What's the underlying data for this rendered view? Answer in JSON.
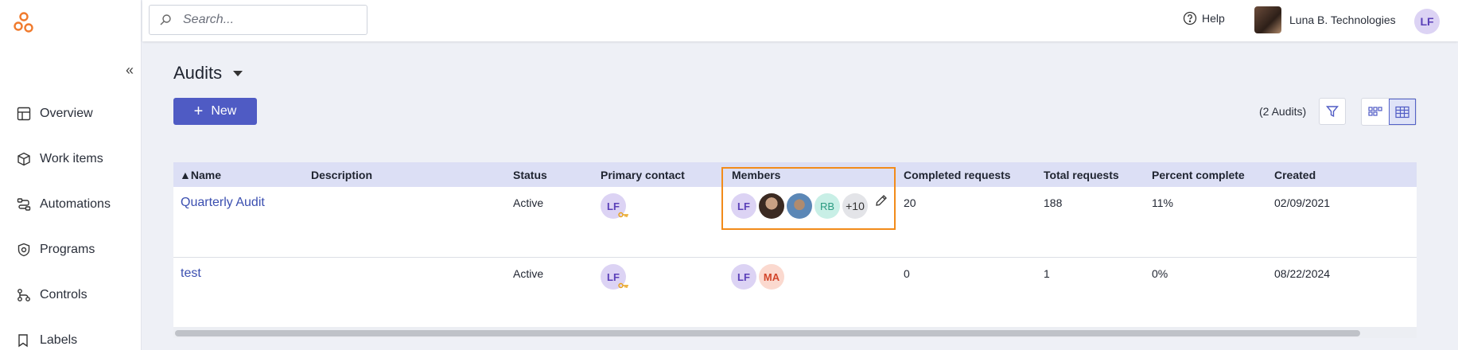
{
  "search": {
    "placeholder": "Search..."
  },
  "topbar": {
    "help_label": "Help",
    "org_name": "Luna B. Technologies",
    "user_initials": "LF"
  },
  "sidebar": {
    "collapse_glyph": "«",
    "items": [
      {
        "label": "Overview",
        "icon": "dashboard-icon"
      },
      {
        "label": "Work items",
        "icon": "cube-icon"
      },
      {
        "label": "Automations",
        "icon": "automation-icon"
      },
      {
        "label": "Programs",
        "icon": "shield-icon"
      },
      {
        "label": "Controls",
        "icon": "controls-icon"
      },
      {
        "label": "Labels",
        "icon": "label-icon"
      }
    ]
  },
  "page": {
    "title": "Audits",
    "new_label": "New",
    "count_label": "(2 Audits)"
  },
  "table": {
    "columns": [
      "▲Name",
      "Description",
      "Status",
      "Primary contact",
      "Members",
      "Completed requests",
      "Total requests",
      "Percent complete",
      "Created"
    ],
    "rows": [
      {
        "name": "Quarterly Audit",
        "description": "",
        "status": "Active",
        "primary_contact": "LF",
        "members": [
          "LF",
          "RB"
        ],
        "members_more": "+10",
        "completed": "20",
        "total": "188",
        "percent": "11%",
        "created": "02/09/2021"
      },
      {
        "name": "test",
        "description": "",
        "status": "Active",
        "primary_contact": "LF",
        "members": [
          "LF",
          "MA"
        ],
        "completed": "0",
        "total": "1",
        "percent": "0%",
        "created": "08/22/2024"
      }
    ]
  },
  "colors": {
    "accent": "#4f5bc4",
    "highlight": "#f28b1a",
    "header_bg": "#dcdff5",
    "link": "#3b4fb0"
  }
}
